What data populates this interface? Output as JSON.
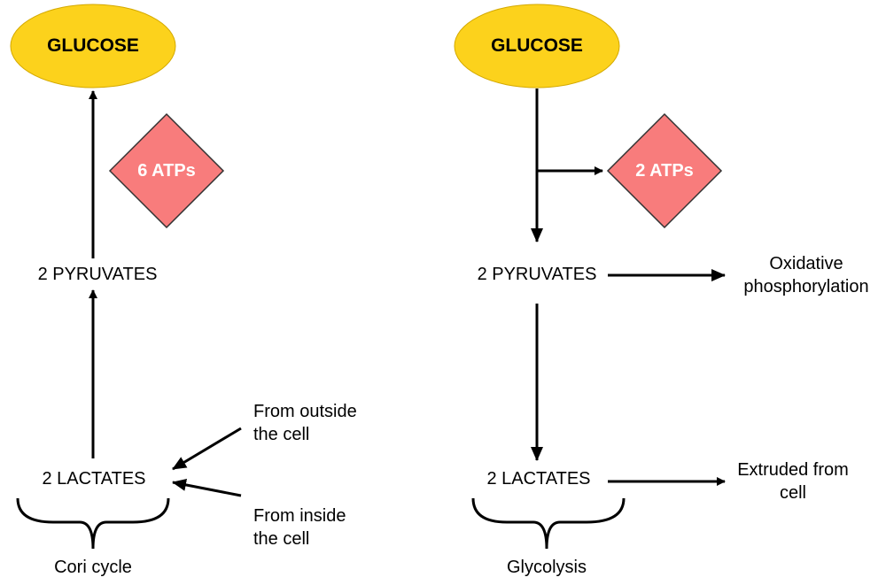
{
  "colors": {
    "glucose_fill": "#FCD21C",
    "glucose_stroke": "#D4A900",
    "atp_fill": "#F87C7C",
    "atp_stroke": "#333333",
    "arrow": "#000000"
  },
  "cori": {
    "glucose": "GLUCOSE",
    "atp": "6 ATPs",
    "pyruvates": "2 PYRUVATES",
    "lactates": "2 LACTATES",
    "source_outside": [
      "From outside",
      "the cell"
    ],
    "source_inside": [
      "From inside",
      "the cell"
    ],
    "caption": "Cori cycle"
  },
  "glycolysis": {
    "glucose": "GLUCOSE",
    "atp": "2 ATPs",
    "pyruvates": "2 PYRUVATES",
    "oxidative": [
      "Oxidative",
      "phosphorylation"
    ],
    "lactates": "2 LACTATES",
    "extruded": [
      "Extruded from",
      "cell"
    ],
    "caption": "Glycolysis"
  }
}
